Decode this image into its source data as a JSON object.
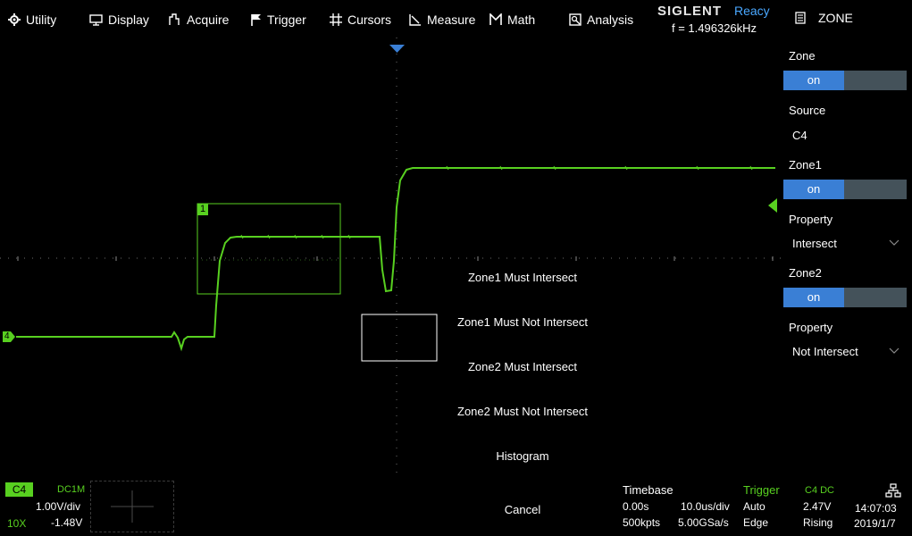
{
  "menu": [
    {
      "label": "Utility",
      "icon": "gear-icon"
    },
    {
      "label": "Display",
      "icon": "monitor-icon"
    },
    {
      "label": "Acquire",
      "icon": "acquire-icon"
    },
    {
      "label": "Trigger",
      "icon": "flag-icon"
    },
    {
      "label": "Cursors",
      "icon": "crosshair-icon"
    },
    {
      "label": "Measure",
      "icon": "measure-icon"
    },
    {
      "label": "Math",
      "icon": "math-icon"
    },
    {
      "label": "Analysis",
      "icon": "analysis-icon"
    }
  ],
  "brand": "SIGLENT",
  "status": "Reacy",
  "frequency": "f = 1.496326kHz",
  "screen": {
    "channel_marker": "4",
    "zone1_label": "1",
    "popup_items": [
      "Zone1 Must Intersect",
      "Zone1 Must Not Intersect",
      "Zone2 Must Intersect",
      "Zone2 Must Not Intersect",
      "Histogram",
      "Cancel"
    ]
  },
  "panel": {
    "title": "ZONE",
    "zone_label": "Zone",
    "zone_state": "on",
    "source_label": "Source",
    "source_value": "C4",
    "zone1_label": "Zone1",
    "zone1_state": "on",
    "property1_label": "Property",
    "property1_value": "Intersect",
    "zone2_label": "Zone2",
    "zone2_state": "on",
    "property2_label": "Property",
    "property2_value": "Not Intersect"
  },
  "bottom": {
    "channel": "C4",
    "coupling": "DC1M",
    "vdiv": "1.00V/div",
    "probe": "10X",
    "offset": "-1.48V",
    "timebase_label": "Timebase",
    "delay": "0.00s",
    "tdiv": "10.0us/div",
    "points": "500kpts",
    "sample_rate": "5.00GSa/s",
    "trigger_label": "Trigger",
    "trigger_mode": "Auto",
    "trigger_type": "Edge",
    "trigger_source": "C4 DC",
    "trigger_level": "2.47V",
    "trigger_slope": "Rising",
    "time": "14:07:03",
    "date": "2019/1/7"
  },
  "colors": {
    "trace": "#58d020",
    "accent": "#3a7fd5",
    "status": "#4aa8ff",
    "toggle_off": "#44525a"
  }
}
